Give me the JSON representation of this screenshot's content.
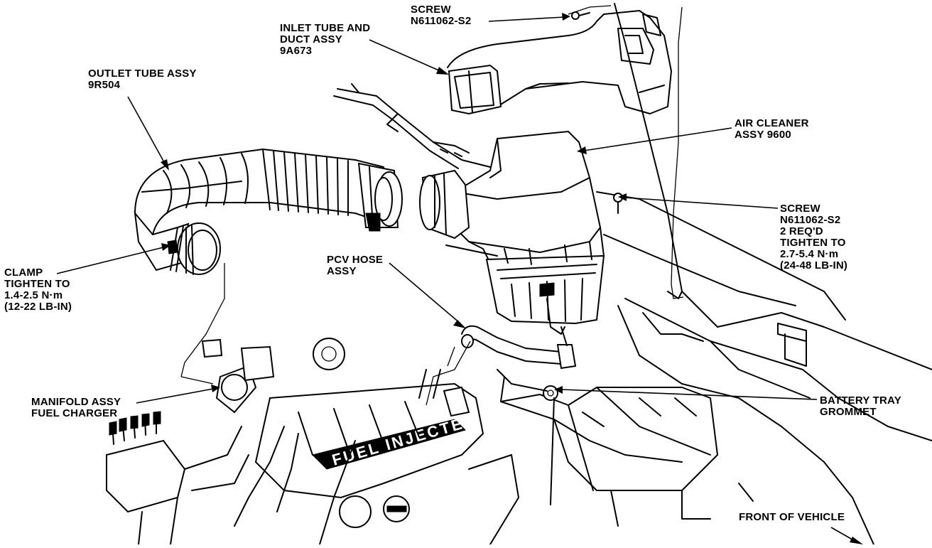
{
  "callouts": {
    "screw_top": {
      "lines": [
        "SCREW",
        "N611062-S2"
      ]
    },
    "inlet_tube": {
      "lines": [
        "INLET TUBE AND",
        "DUCT ASSY",
        "9A673"
      ]
    },
    "outlet_tube": {
      "lines": [
        "OUTLET TUBE ASSY",
        "9R504"
      ]
    },
    "air_cleaner": {
      "lines": [
        "AIR CLEANER",
        "ASSY  9600"
      ]
    },
    "screw_right": {
      "lines": [
        "SCREW",
        "N611062-S2",
        "2 REQ'D",
        "TIGHTEN TO",
        "2.7-5.4 N·m",
        "(24-48 LB-IN)"
      ]
    },
    "clamp": {
      "lines": [
        "CLAMP",
        "TIGHTEN TO",
        "1.4-2.5 N·m",
        "(12-22 LB-IN)"
      ]
    },
    "pcv_hose": {
      "lines": [
        "PCV HOSE",
        "ASSY"
      ]
    },
    "manifold": {
      "lines": [
        "MANIFOLD ASSY",
        "FUEL CHARGER"
      ]
    },
    "battery_tray": {
      "lines": [
        "BATTERY TRAY",
        "GROMMET"
      ]
    },
    "front_vehicle": {
      "lines": [
        "FRONT OF VEHICLE"
      ]
    }
  },
  "manifold_cast_text": "FUEL INJECTED"
}
